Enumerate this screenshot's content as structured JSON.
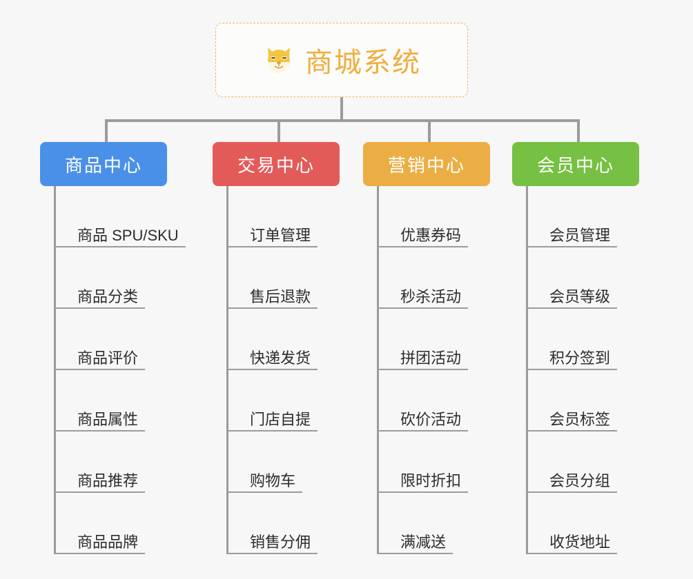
{
  "root": {
    "title": "商城系统",
    "icon": "shiba-dog-face-emoji",
    "border_color": "#e8b85c",
    "text_color": "#f0ad3e"
  },
  "connector_color": "#9b9b9b",
  "background_color": "#f7f7f7",
  "columns": [
    {
      "header": "商品中心",
      "color": "#4a90e8",
      "items": [
        "商品 SPU/SKU",
        "商品分类",
        "商品评价",
        "商品属性",
        "商品推荐",
        "商品品牌"
      ]
    },
    {
      "header": "交易中心",
      "color": "#e35b59",
      "items": [
        "订单管理",
        "售后退款",
        "快递发货",
        "门店自提",
        "购物车",
        "销售分佣"
      ]
    },
    {
      "header": "营销中心",
      "color": "#ebae44",
      "items": [
        "优惠券码",
        "秒杀活动",
        "拼团活动",
        "砍价活动",
        "限时折扣",
        "满减送"
      ]
    },
    {
      "header": "会员中心",
      "color": "#76c043",
      "items": [
        "会员管理",
        "会员等级",
        "积分签到",
        "会员标签",
        "会员分组",
        "收货地址"
      ]
    }
  ]
}
